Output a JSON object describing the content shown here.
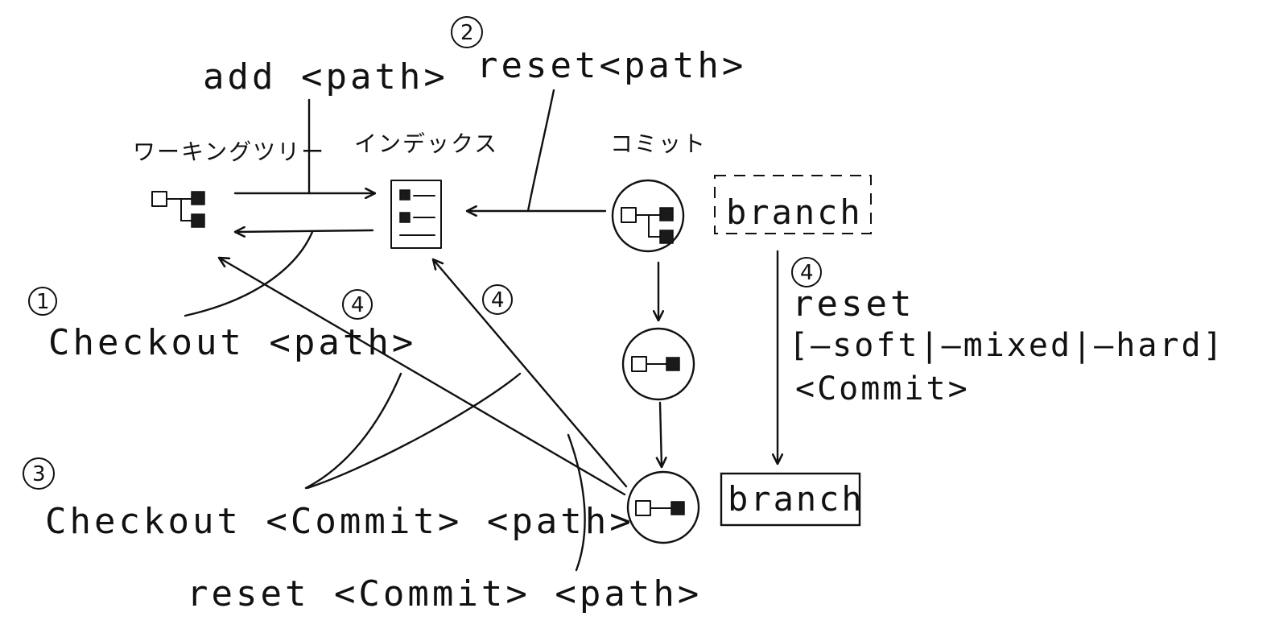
{
  "labels": {
    "working_tree": "ワーキングツリー",
    "index": "インデックス",
    "commit": "コミット"
  },
  "commands": {
    "add_path": "add <path>",
    "reset_path": "reset<path>",
    "checkout_path": "Checkout <path>",
    "checkout_commit_path": "Checkout <Commit> <path>",
    "reset_commit_path": "reset <Commit> <path>",
    "reset_modes_1": "reset",
    "reset_modes_2": "[—soft|—mixed|—hard]",
    "reset_modes_3": "<Commit>"
  },
  "markers": {
    "m1": "1",
    "m2": "2",
    "m3": "3",
    "m4a": "4",
    "m4b": "4",
    "m4c": "4"
  },
  "branches": {
    "old": "branch",
    "new": "branch"
  }
}
